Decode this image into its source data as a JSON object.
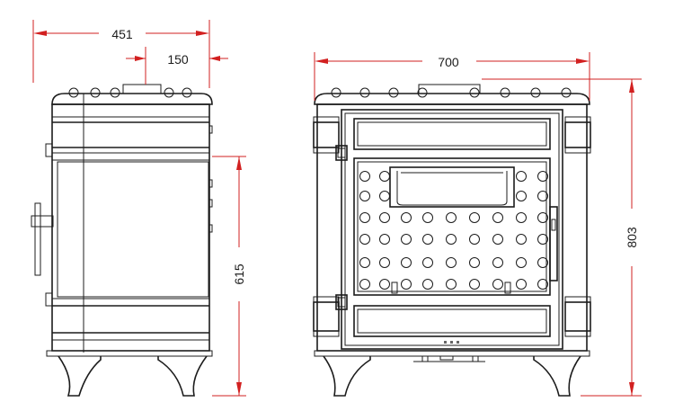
{
  "dimensions": {
    "side_width": "451",
    "flue_offset": "150",
    "side_height": "615",
    "front_width": "700",
    "front_height": "803"
  },
  "colors": {
    "line": "#1c1c1c",
    "dimension_line": "#d22020",
    "background": "#ffffff"
  }
}
